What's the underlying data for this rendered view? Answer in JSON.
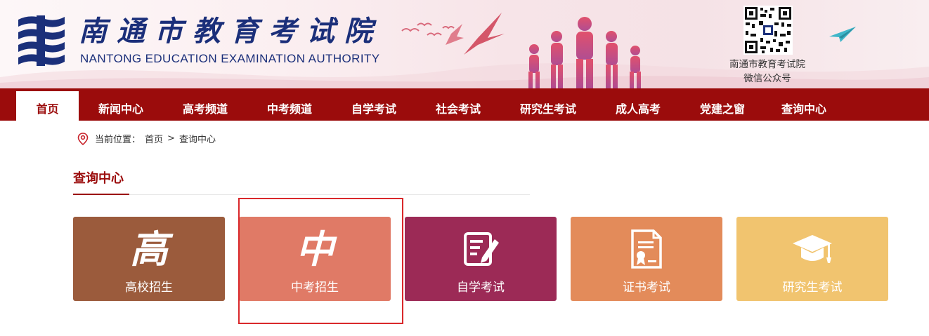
{
  "header": {
    "logo_cn": "南通市教育考试院",
    "logo_en": "NANTONG EDUCATION EXAMINATION AUTHORITY",
    "qr_caption_line1": "南通市教育考试院",
    "qr_caption_line2": "微信公众号"
  },
  "nav": {
    "items": [
      {
        "label": "首页",
        "active": true
      },
      {
        "label": "新闻中心"
      },
      {
        "label": "高考频道"
      },
      {
        "label": "中考频道"
      },
      {
        "label": "自学考试"
      },
      {
        "label": "社会考试"
      },
      {
        "label": "研究生考试"
      },
      {
        "label": "成人高考"
      },
      {
        "label": "党建之窗"
      },
      {
        "label": "查询中心"
      }
    ]
  },
  "breadcrumb": {
    "prefix": "当前位置：",
    "home": "首页",
    "separator": ">",
    "current": "查询中心"
  },
  "section": {
    "title": "查询中心"
  },
  "cards": [
    {
      "label": "高校招生",
      "glyph": "高",
      "icon": "gao-calligraphy-icon",
      "color": "#9b5b3c"
    },
    {
      "label": "中考招生",
      "glyph": "中",
      "icon": "zhong-calligraphy-icon",
      "color": "#e07a66"
    },
    {
      "label": "自学考试",
      "icon": "document-pen-icon",
      "color": "#9c2a56"
    },
    {
      "label": "证书考试",
      "icon": "certificate-icon",
      "color": "#e38b5a"
    },
    {
      "label": "研究生考试",
      "icon": "graduation-cap-icon",
      "color": "#f1c46f"
    }
  ],
  "colors": {
    "brand_red": "#9b0c0c",
    "logo_blue": "#1b2f7a",
    "highlight": "#d9282b"
  }
}
